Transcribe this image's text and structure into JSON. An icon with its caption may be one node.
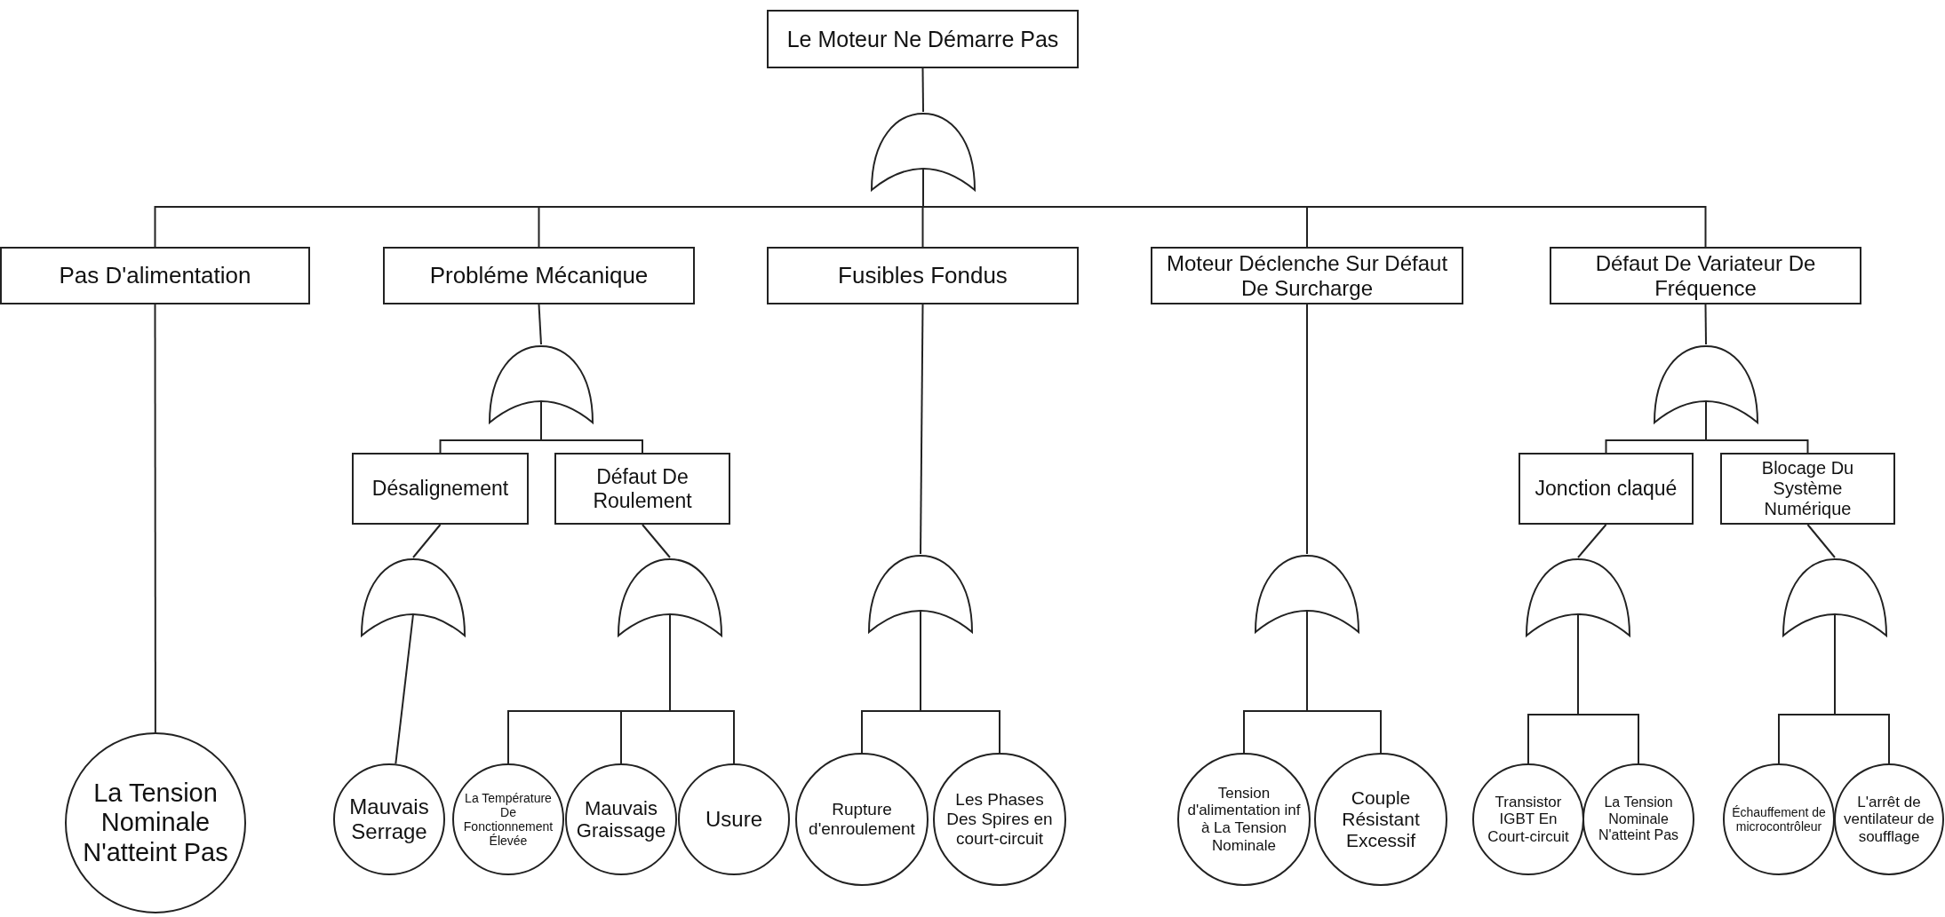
{
  "diagram": {
    "nodes": [
      {
        "text": [
          "Le Moteur Ne Démarre Pas"
        ]
      },
      {
        "text": [],
        "shape": "gate"
      },
      {
        "text": [
          "Pas D'alimentation"
        ]
      },
      {
        "text": [
          "Probléme Mécanique"
        ]
      },
      {
        "text": [
          "Fusibles Fondus"
        ]
      },
      {
        "text": [
          "Moteur Déclenche Sur Défaut De Surcharge"
        ]
      },
      {
        "text": [
          "Défaut De Variateur De Fréquence"
        ]
      },
      {
        "text": [],
        "shape": "gate"
      },
      {
        "text": [],
        "shape": "gate"
      },
      {
        "text": [
          "Désalignement"
        ]
      },
      {
        "text": [
          "Défaut De Roulement"
        ]
      },
      {
        "text": [
          "Jonction claqué"
        ]
      },
      {
        "text": [
          "Blocage Du Système Numérique"
        ]
      },
      {
        "text": [],
        "shape": "gate"
      },
      {
        "text": [],
        "shape": "gate"
      },
      {
        "text": [],
        "shape": "gate"
      },
      {
        "text": [],
        "shape": "gate"
      },
      {
        "text": [],
        "shape": "gate"
      },
      {
        "text": [],
        "shape": "gate"
      },
      {
        "text": [
          "La Tension Nominale N'atteint Pas"
        ]
      },
      {
        "text": [
          "Mauvais Serrage"
        ]
      },
      {
        "text": [
          "La Température De Fonctionnement Élevée"
        ]
      },
      {
        "text": [
          "Mauvais Graissage"
        ]
      },
      {
        "text": [
          "Usure"
        ]
      },
      {
        "text": [
          "Rupture d'enroulement"
        ]
      },
      {
        "text": [
          "Les Phases Des Spires en court-circuit"
        ]
      },
      {
        "text": [
          "Tension d'alimentation inf à La Tension Nominale"
        ]
      },
      {
        "text": [
          "Couple Résistant Excessif"
        ]
      },
      {
        "text": [
          "Transistor IGBT En Court-circuit"
        ]
      },
      {
        "text": [
          "La Tension Nominale N'atteint Pas"
        ]
      },
      {
        "text": [
          "Échauffement de microcontrôleur"
        ]
      },
      {
        "text": [
          "L'arrêt de ventilateur de soufflage"
        ]
      }
    ],
    "edges": [
      {
        "from": 0,
        "to": 1,
        "arrow": "none"
      },
      {
        "from": 1,
        "to": 2,
        "arrow": "none"
      },
      {
        "from": 1,
        "to": 3,
        "arrow": "none"
      },
      {
        "from": 1,
        "to": 4,
        "arrow": "none"
      },
      {
        "from": 1,
        "to": 5,
        "arrow": "none"
      },
      {
        "from": 1,
        "to": 6,
        "arrow": "none"
      },
      {
        "from": 3,
        "to": 7,
        "arrow": "none"
      },
      {
        "from": 6,
        "to": 8,
        "arrow": "none"
      },
      {
        "from": 7,
        "to": 9,
        "arrow": "none"
      },
      {
        "from": 7,
        "to": 10,
        "arrow": "none"
      },
      {
        "from": 8,
        "to": 11,
        "arrow": "none"
      },
      {
        "from": 8,
        "to": 12,
        "arrow": "none"
      },
      {
        "from": 9,
        "to": 13,
        "arrow": "none"
      },
      {
        "from": 10,
        "to": 14,
        "arrow": "none"
      },
      {
        "from": 4,
        "to": 15,
        "arrow": "none"
      },
      {
        "from": 5,
        "to": 16,
        "arrow": "none"
      },
      {
        "from": 11,
        "to": 17,
        "arrow": "none"
      },
      {
        "from": 12,
        "to": 18,
        "arrow": "none"
      },
      {
        "from": 2,
        "to": 19,
        "arrow": "none"
      },
      {
        "from": 13,
        "to": 20,
        "arrow": "none"
      },
      {
        "from": 14,
        "to": 21,
        "arrow": "none"
      },
      {
        "from": 14,
        "to": 22,
        "arrow": "none"
      },
      {
        "from": 14,
        "to": 23,
        "arrow": "none"
      },
      {
        "from": 15,
        "to": 24,
        "arrow": "none"
      },
      {
        "from": 15,
        "to": 25,
        "arrow": "none"
      },
      {
        "from": 16,
        "to": 26,
        "arrow": "none"
      },
      {
        "from": 16,
        "to": 27,
        "arrow": "none"
      },
      {
        "from": 17,
        "to": 28,
        "arrow": "none"
      },
      {
        "from": 17,
        "to": 29,
        "arrow": "none"
      },
      {
        "from": 18,
        "to": 30,
        "arrow": "none"
      },
      {
        "from": 18,
        "to": 31,
        "arrow": "none"
      }
    ]
  }
}
